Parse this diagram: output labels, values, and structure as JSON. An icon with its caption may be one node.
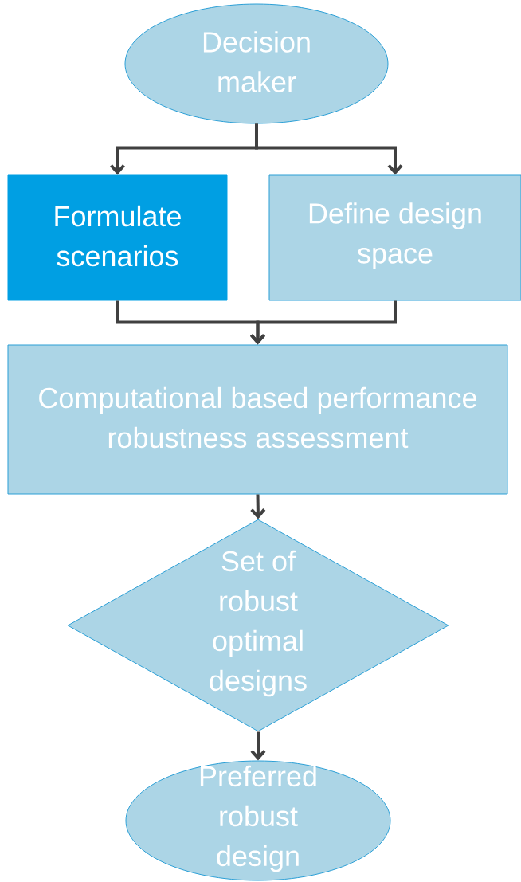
{
  "diagram": {
    "nodes": [
      {
        "text": [
          "Decision maker"
        ]
      },
      {
        "text": [
          "Formulate scenarios"
        ]
      },
      {
        "text": [
          "Define design space"
        ]
      },
      {
        "text": [
          "Computational based performance robustness assessment"
        ]
      },
      {
        "text": [
          "Set of robust optimal designs"
        ]
      },
      {
        "text": [
          "Preferred robust design"
        ]
      }
    ],
    "edges": [
      {
        "from": 0,
        "to": 1,
        "arrow": "to"
      },
      {
        "from": 0,
        "to": 2,
        "arrow": "to"
      },
      {
        "from": 1,
        "to": 3,
        "arrow": "to"
      },
      {
        "from": 2,
        "to": 3,
        "arrow": "to"
      },
      {
        "from": 3,
        "to": 4,
        "arrow": "to"
      },
      {
        "from": 4,
        "to": 5,
        "arrow": "to"
      }
    ]
  }
}
